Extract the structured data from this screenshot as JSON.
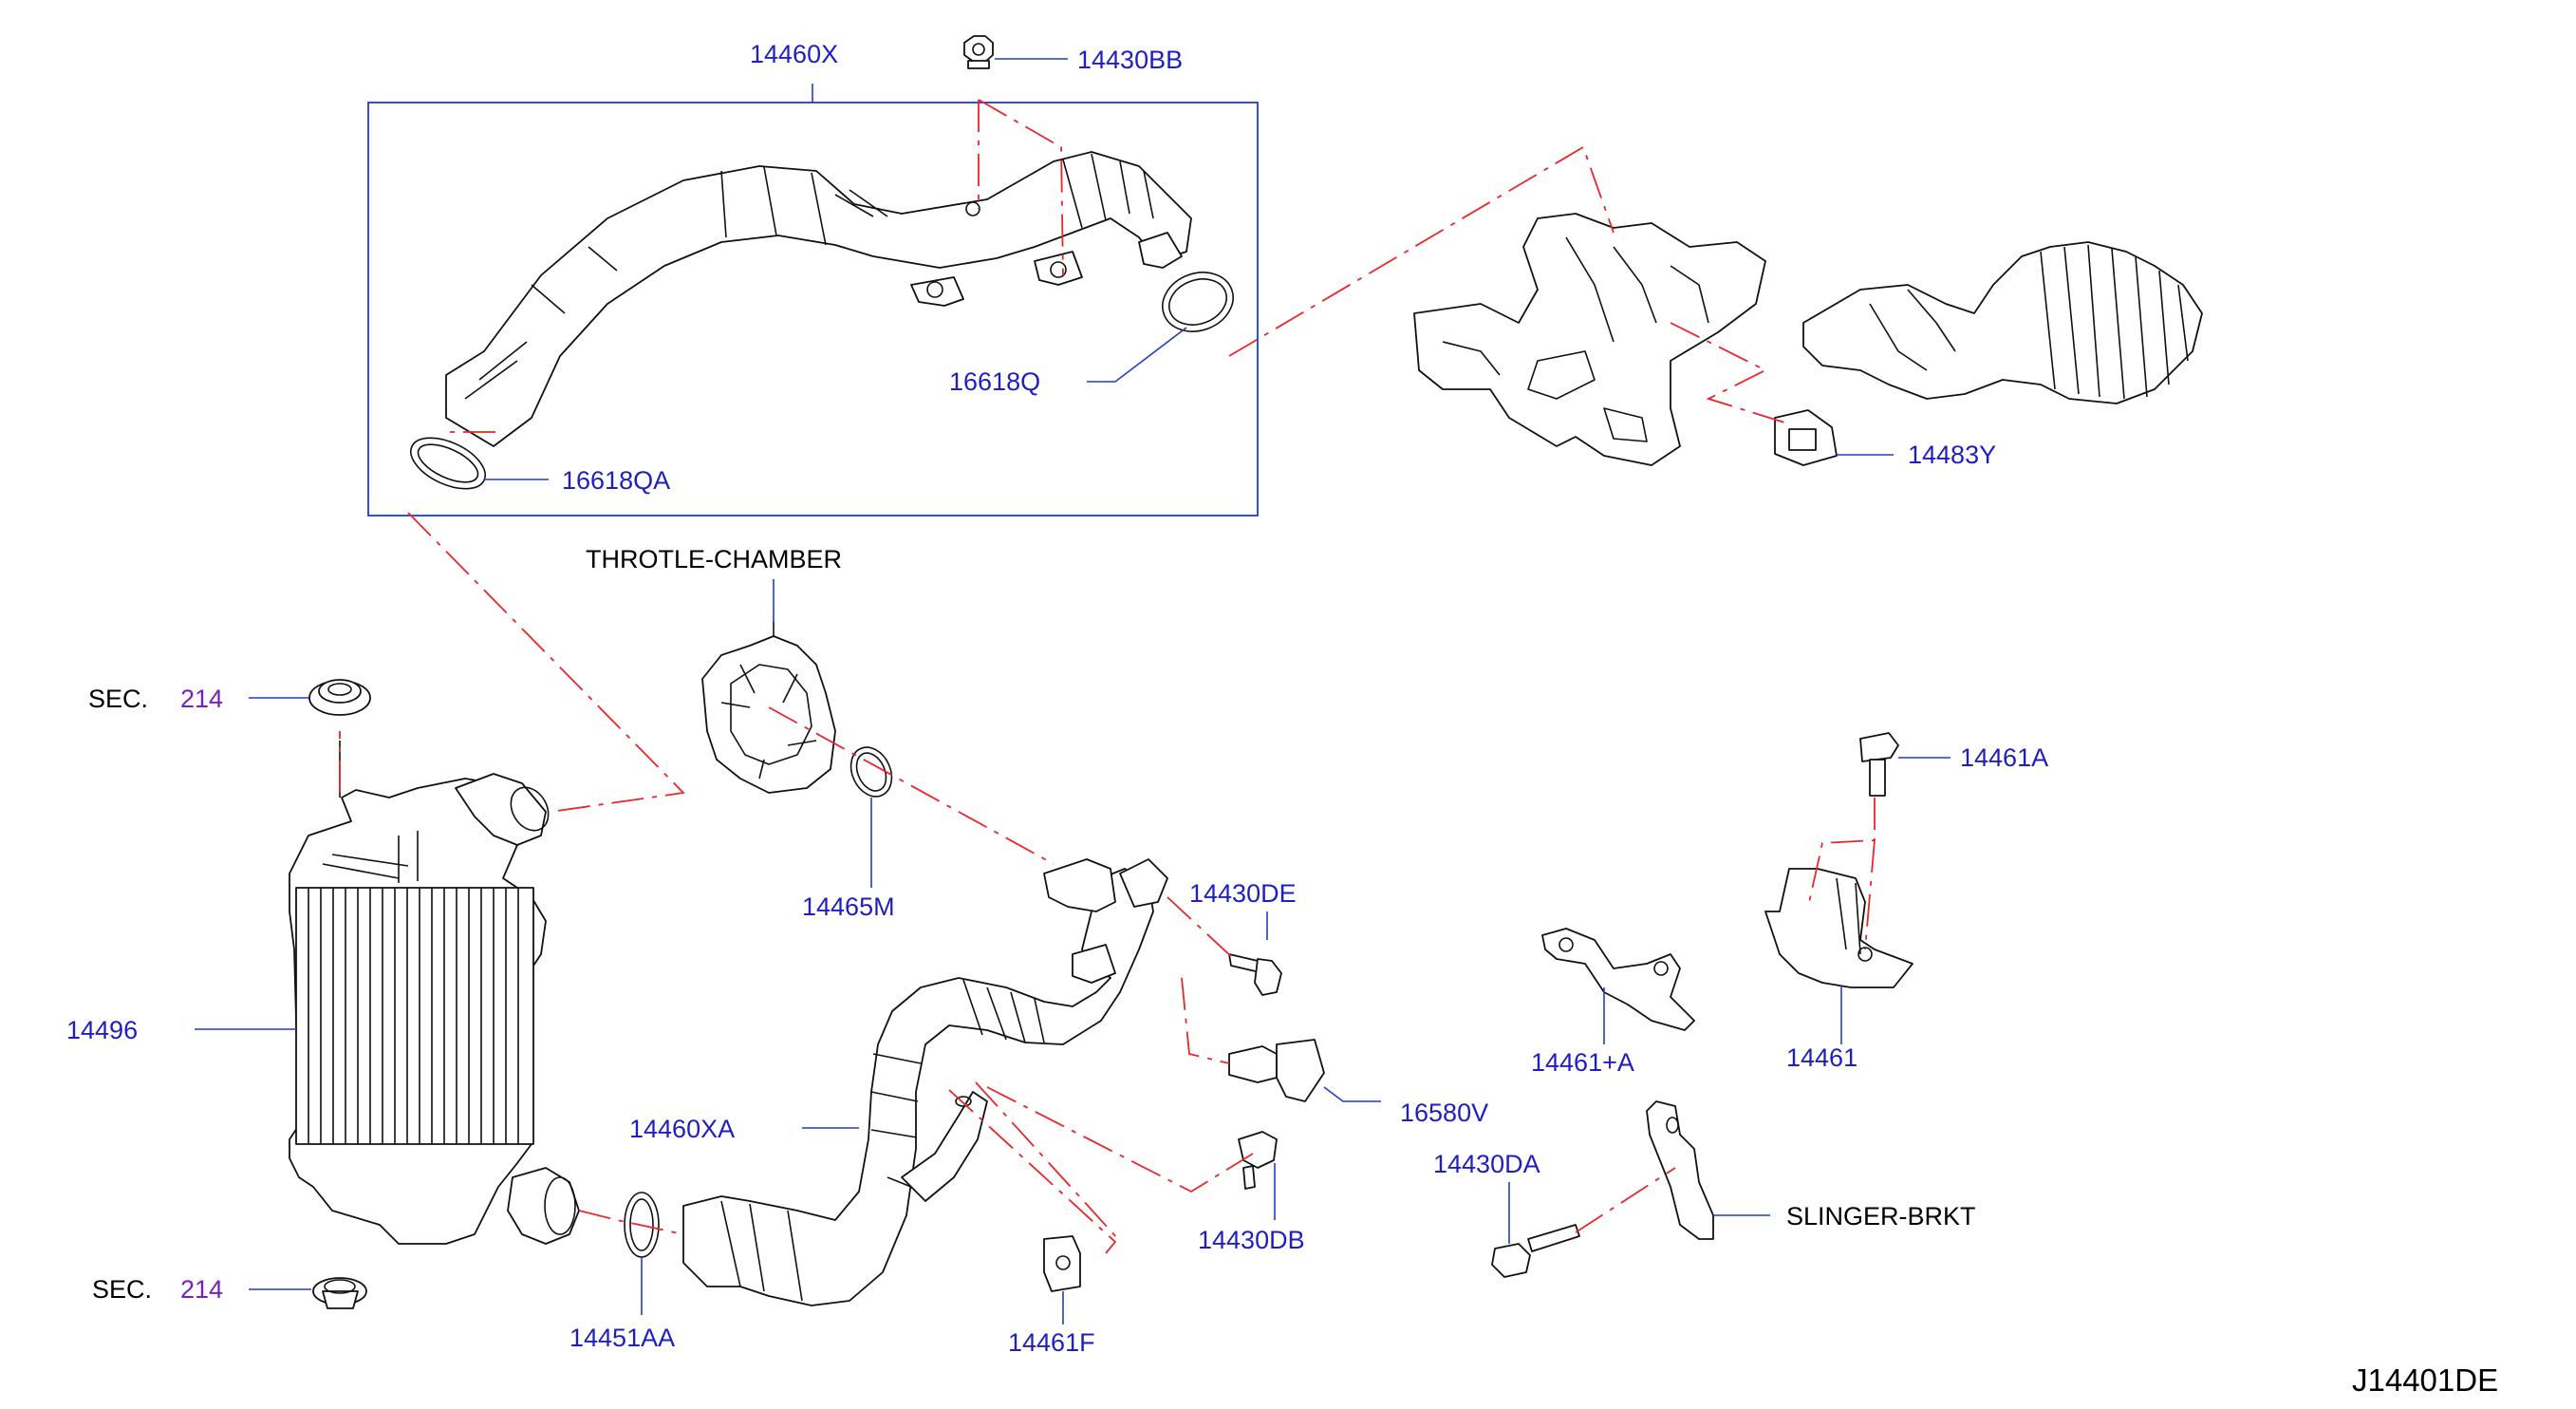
{
  "diagram_code": "J14401DE",
  "colors": {
    "part_number": "#1f1fbf",
    "section_ref": "#7a1fbf",
    "center_line": "#e8262b",
    "leader": "#1f3fbf",
    "text": "#000000"
  },
  "labels": {
    "p14460x": "14460X",
    "p14430bb": "14430BB",
    "p16618q": "16618Q",
    "p16618qa": "16618QA",
    "p14483y": "14483Y",
    "throttle": "THROTLE-CHAMBER",
    "sec_top": "SEC.",
    "sec_top_num": "214",
    "sec_bottom": "SEC.",
    "sec_bottom_num": "214",
    "p14496": "14496",
    "p14465m": "14465M",
    "p14461a": "14461A",
    "p14430de": "14430DE",
    "p14461pa": "14461+A",
    "p14461": "14461",
    "p16580v": "16580V",
    "p14460xa": "14460XA",
    "p14430da": "14430DA",
    "slinger": "SLINGER-BRKT",
    "p14430db": "14430DB",
    "p14451aa": "14451AA",
    "p14461f": "14461F"
  }
}
